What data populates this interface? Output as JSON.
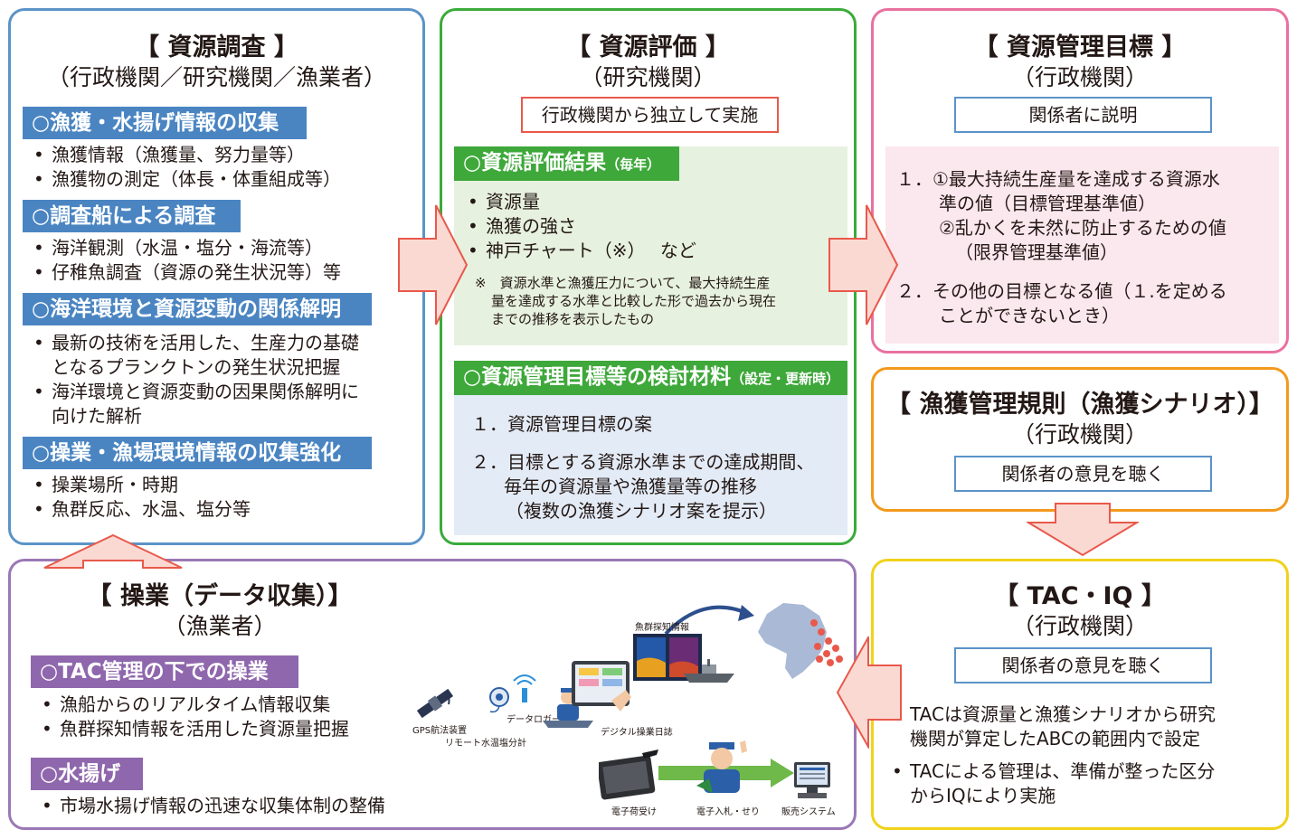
{
  "survey": {
    "title": "【 資源調査 】",
    "subtitle": "（行政機関／研究機関／漁業者）",
    "sections": [
      {
        "heading": "○漁獲・水揚げ情報の収集",
        "items": [
          "漁獲情報（漁獲量、努力量等）",
          "漁獲物の測定（体長・体重組成等）"
        ]
      },
      {
        "heading": "○調査船による調査",
        "items": [
          "海洋観測（水温・塩分・海流等）",
          "仔稚魚調査（資源の発生状況等）等"
        ]
      },
      {
        "heading": "○海洋環境と資源変動の関係解明",
        "items": [
          "最新の技術を活用した、生産力の基礎",
          "となるプランクトンの発生状況把握",
          "海洋環境と資源変動の因果関係解明に",
          "向けた解析"
        ]
      },
      {
        "heading": "○操業・漁場環境情報の収集強化",
        "items": [
          "操業場所・時期",
          "魚群反応、水温、塩分等"
        ]
      }
    ]
  },
  "assessment": {
    "title": "【 資源評価 】",
    "subtitle": "（研究機関）",
    "independent": "行政機関から独立して実施",
    "results_heading": "○資源評価結果",
    "results_heading_small": "（毎年）",
    "results_items": [
      "資源量",
      "漁獲の強さ",
      "神戸チャート（※）　 など"
    ],
    "note": [
      "※　資源水準と漁獲圧力について、最大持続生産",
      "量を達成する水準と比較した形で過去から現在",
      "までの推移を表示したもの"
    ],
    "material_heading": "○資源管理目標等の検討材料",
    "material_heading_small": "（設定・更新時）",
    "material_items": [
      "１．資源管理目標の案",
      "２．目標とする資源水準までの達成期間、",
      "毎年の資源量や漁獲量等の推移",
      "（複数の漁獲シナリオ案を提示）"
    ]
  },
  "target": {
    "title": "【 資源管理目標 】",
    "subtitle": "（行政機関）",
    "explain": "関係者に説明",
    "lines": [
      "１．①最大持続生産量を達成する資源水",
      "準の値（目標管理基準値）",
      "②乱かくを未然に防止するための値",
      "（限界管理基準値）",
      "２．その他の目標となる値（１.を定める",
      "ことができないとき）"
    ]
  },
  "rule": {
    "title": "【 漁獲管理規則（漁獲シナリオ）】",
    "subtitle": "（行政機関）",
    "hear": "関係者の意見を聴く"
  },
  "tac": {
    "title": "【 TAC・IQ 】",
    "subtitle": "（行政機関）",
    "hear": "関係者の意見を聴く",
    "items": [
      "TACは資源量と漁獲シナリオから研究",
      "機関が算定したABCの範囲内で設定",
      "TACによる管理は、準備が整った区分",
      "からIQにより実施"
    ]
  },
  "operation": {
    "title": "【 操業（データ収集）】",
    "subtitle": "（漁業者）",
    "tac_heading": "○TAC管理の下での操業",
    "tac_items": [
      "漁船からのリアルタイム情報収集",
      "魚群探知情報を活用した資源量把握"
    ],
    "landing_heading": "○水揚げ",
    "landing_items": [
      "市場水揚げ情報の迅速な収集体制の整備"
    ],
    "icon_labels": {
      "fishfinder": "魚群探知情報",
      "gps": "GPS航法装置",
      "remote": "リモート水温塩分計",
      "datalogger": "データロガー",
      "logbook": "デジタル操業日誌",
      "tablet": "電子荷受け",
      "auction": "電子入札・せり",
      "sales": "販売システム"
    }
  },
  "colors": {
    "survey_border": "#5b93c8",
    "survey_bar": "#4a85c2",
    "assess_border": "#3bab3b",
    "assess_bar": "#3ea83a",
    "assess_bg": "#e7f1df",
    "assess_bg2": "#e3ebf6",
    "target_border": "#e9719f",
    "target_bg": "#fbe7ee",
    "rule_border": "#f29a1d",
    "tac_border": "#f0d21b",
    "op_border": "#9b78b5",
    "op_bar": "#8f67ad",
    "arrow_fill": "#fbd9d3",
    "arrow_stroke": "#e8594b"
  }
}
